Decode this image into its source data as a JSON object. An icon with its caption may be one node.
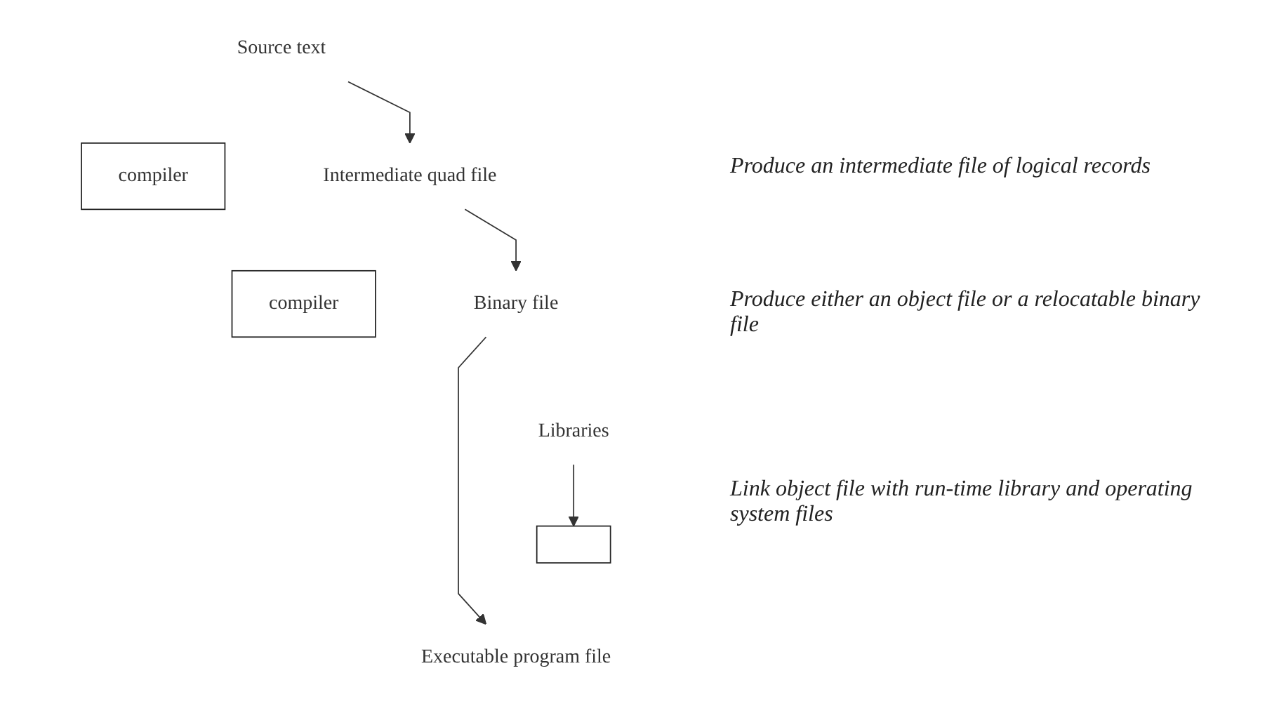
{
  "diagram": {
    "nodes": [
      {
        "text": [
          "Source text"
        ]
      },
      {
        "text": [
          "compiler"
        ]
      },
      {
        "text": [
          "Intermediate quad file"
        ]
      },
      {
        "text": [
          "compiler"
        ]
      },
      {
        "text": [
          "Binary file"
        ]
      },
      {
        "text": [
          "Libraries"
        ]
      },
      {
        "text": [],
        "shape": "box"
      },
      {
        "text": [
          "Executable program file"
        ]
      }
    ],
    "edges": [
      {
        "from": 0,
        "to": 2,
        "arrow": "to"
      },
      {
        "from": 2,
        "to": 4,
        "arrow": "to"
      },
      {
        "from": 4,
        "to": 7,
        "arrow": "to"
      },
      {
        "from": 5,
        "to": 6,
        "arrow": "to"
      }
    ],
    "labels": [
      "Produce an intermediate file of logical records",
      "Produce either an object file or a relocatable binary file",
      "Link object file with run-time library and operating system files"
    ]
  }
}
